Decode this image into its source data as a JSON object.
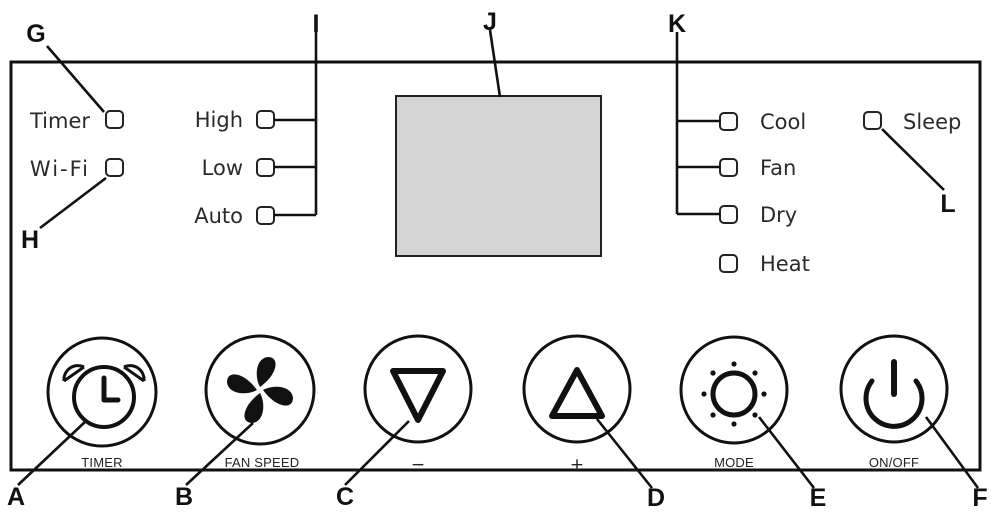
{
  "indicators": {
    "timer": "Timer",
    "wifi": "Wi-Fi",
    "high": "High",
    "low": "Low",
    "auto": "Auto",
    "cool": "Cool",
    "fan": "Fan",
    "dry": "Dry",
    "heat": "Heat",
    "sleep": "Sleep"
  },
  "buttons": {
    "timer": "TIMER",
    "fan_speed": "FAN SPEED",
    "minus": "−",
    "plus": "+",
    "mode": "MODE",
    "on_off": "ON/OFF"
  },
  "callouts": {
    "a": "A",
    "b": "B",
    "c": "C",
    "d": "D",
    "e": "E",
    "f": "F",
    "g": "G",
    "h": "H",
    "i": "I",
    "j": "J",
    "k": "K",
    "l": "L"
  },
  "icons": {
    "timer_button": "alarm-clock-icon",
    "fan_speed_button": "fan-icon",
    "minus_button": "down-triangle-icon",
    "plus_button": "up-triangle-icon",
    "mode_button": "sun-icon",
    "on_off_button": "power-icon"
  },
  "colors": {
    "display_fill": "#d4d4d4",
    "outline": "#111111"
  }
}
